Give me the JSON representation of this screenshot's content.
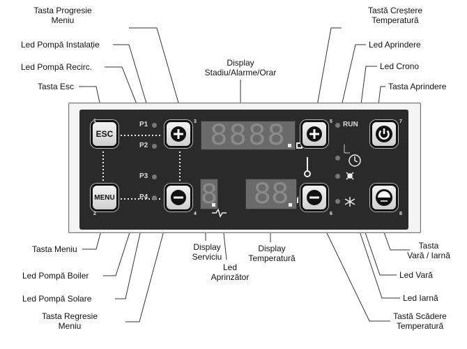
{
  "labels": {
    "tasta_progresie": "Tasta Progresie\nMeniu",
    "led_pompa_instalatie": "Led Pompă Instalație",
    "led_pompa_recirc": "Led Pompă Recirc.",
    "tasta_esc": "Tasta Esc",
    "display_stadiu": "Display\nStadiu/Alarme/Orar",
    "tasta_crestere": "Tastă Creștere\nTemperatură",
    "led_aprindere": "Led Aprindere",
    "led_crono": "Led Crono",
    "tasta_aprindere": "Tasta Aprindere",
    "tasta_meniu": "Tasta Meniu",
    "led_pompa_boiler": "Led Pompă Boiler",
    "led_pompa_solare": "Led Pompă Solare",
    "tasta_regresie": "Tasta Regresie\nMeniu",
    "display_serviciu": "Display\nServiciu",
    "led_aprinzator": "Led\nAprinzător",
    "display_temperatura": "Display\nTemperatură",
    "tasta_vara_iarna": "Tasta\nVară / Iarnă",
    "led_vara": "Led Vară",
    "led_iarna": "Led Iarnă",
    "tasta_scadere": "Tastă Scădere\nTemperatură"
  },
  "panel": {
    "esc": "ESC",
    "menu": "MENU",
    "p1": "P1",
    "p2": "P2",
    "p3": "P3",
    "p4": "P4",
    "run": "RUN",
    "display_main": "8888",
    "display_service": "8",
    "display_temp": "88",
    "num1": "1",
    "num2": "2",
    "num3": "3",
    "num4": "4",
    "num5": "5",
    "num6": "6",
    "num7": "7",
    "num8": "8"
  }
}
